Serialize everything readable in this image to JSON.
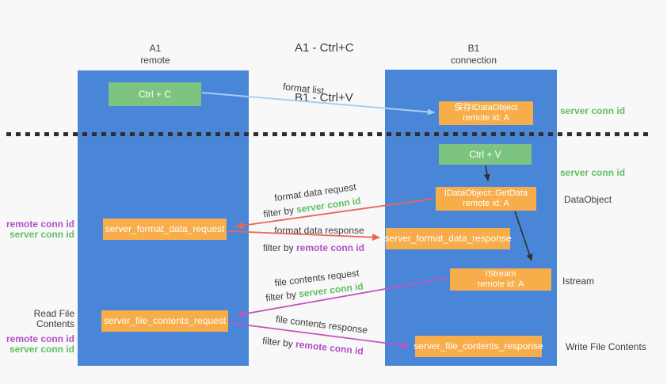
{
  "title": {
    "line1": "A1 - Ctrl+C",
    "line2": "B1 - Ctrl+V"
  },
  "columns": {
    "left": {
      "name": "A1",
      "subtitle": "remote"
    },
    "right": {
      "name": "B1",
      "subtitle": "connection"
    }
  },
  "boxes": {
    "ctrl_c": {
      "label": "Ctrl + C"
    },
    "save_idataobject": {
      "line1": "保存IDataObject",
      "line2": "remote id: A"
    },
    "ctrl_v": {
      "label": "Ctrl + V"
    },
    "getdata": {
      "line1": "IDataObject::GetData",
      "line2": "remote id: A"
    },
    "format_request": {
      "label": "server_format_data_request"
    },
    "format_response": {
      "label": "server_format_data_response"
    },
    "istream": {
      "line1": "IStream",
      "line2": "remote id: A"
    },
    "file_request": {
      "label": "server_file_contents_request"
    },
    "file_response": {
      "label": "server_file_contents_response"
    }
  },
  "side_labels": {
    "server_conn_id_top": "server conn id",
    "server_conn_id_mid": "server conn id",
    "dataobject": "DataObject",
    "istream": "Istream",
    "write_file_contents": "Write File Contents",
    "read_file_contents": "Read File Contents",
    "left1_remote_conn_id": "remote conn id",
    "left1_server_conn_id": "server conn id",
    "left2_remote_conn_id": "remote conn id",
    "left2_server_conn_id": "server conn id"
  },
  "arrow_labels": {
    "format_list": "format list",
    "format_data_request": "format data request",
    "filter_server_1": {
      "prefix": "filter by ",
      "highlight": "server conn id"
    },
    "format_data_response": "format data response",
    "filter_remote_1": {
      "prefix": "filter by ",
      "highlight": "remote conn id"
    },
    "file_contents_request": "file contents request",
    "filter_server_2": {
      "prefix": "filter by ",
      "highlight": "server conn id"
    },
    "file_contents_response": "file contents response",
    "filter_remote_2": {
      "prefix": "filter by ",
      "highlight": "remote conn id"
    }
  },
  "colors": {
    "lane_blue": "#4A86D8",
    "box_green": "#7CC47F",
    "box_orange": "#F7AD49",
    "label_green": "#5FBF63",
    "label_purple": "#B24FC8",
    "arrow_red": "#E96656",
    "arrow_magenta": "#C355BE",
    "arrow_lightblue": "#A8CEEF",
    "arrow_black": "#2F2F2F",
    "text_dark": "#3C3C3C",
    "background": "#F8F8F8"
  }
}
